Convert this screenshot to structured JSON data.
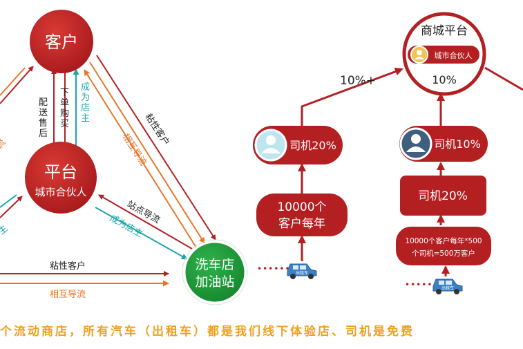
{
  "left_diagram": {
    "customer_node": "客户",
    "platform_node": "平台",
    "platform_sub": "城市合伙人",
    "station_node_line1": "洗车店",
    "station_node_line2": "加油站",
    "arrow_order_buy": [
      "下",
      "单",
      "购",
      "买"
    ],
    "arrow_delivery": [
      "配",
      "送",
      "售",
      "后"
    ],
    "arrow_become_owner_top": [
      "成",
      "为",
      "店",
      "主"
    ],
    "arrow_sticky_customer_diag": "粘性客户",
    "arrow_mutual_diag": "相互导流",
    "arrow_station_flow": "站点导流",
    "arrow_become_owner_mid": "成为店主",
    "arrow_sticky_customer_bottom": "粘性客户",
    "arrow_mutual_bottom": "相互导流",
    "arrow_left_partial_1": "流",
    "arrow_left_partial_2": "主"
  },
  "right_diagram": {
    "mall_title": "商城平台",
    "mall_partner": "城市合伙人",
    "mall_share": "10%",
    "share_left": "10%+",
    "driver_left": "司机20%",
    "customers_left_line1": "10000个",
    "customers_left_line2": "客户每年",
    "driver_right_top": "司机10%",
    "driver_right_mid": "司机20%",
    "calc_line1": "10000个客户每年*500",
    "calc_line2": "个司机=500万客户",
    "taxi_label": "出租车"
  },
  "bottom_banner": "个流动商店，所有汽车（出租车）都是我们线下体验店、司机是免费",
  "colors": {
    "red": "#b41f22",
    "orange": "#e8762d",
    "teal": "#1ba4a8",
    "green": "#1f9b3a",
    "banner": "#f0a020"
  }
}
